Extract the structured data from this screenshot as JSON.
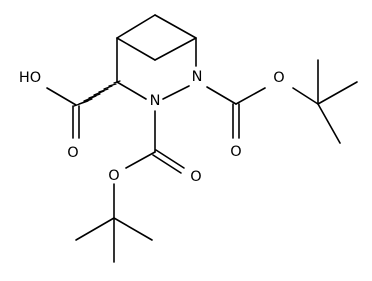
{
  "molecule": {
    "colors": {
      "bond": "#000000",
      "label": "#000000",
      "background": "#ffffff"
    },
    "atoms": {
      "o_hydroxyl": "HO",
      "o_carbonyl_acid": "O",
      "n_2": "N",
      "n_3": "N",
      "o_ester_right": "O",
      "o_carbonyl_right": "O",
      "o_ester_lower": "O",
      "o_carbonyl_lower": "O"
    }
  }
}
